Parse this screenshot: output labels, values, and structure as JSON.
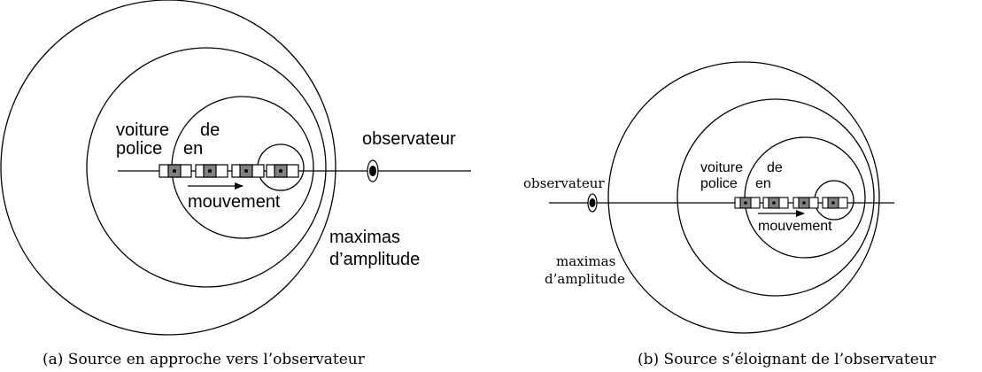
{
  "panel_a": {
    "label_voiture": "voiture",
    "label_police": "police",
    "label_de": "de",
    "label_en": "en",
    "label_observateur": "observateur",
    "label_mouvement": "mouvement",
    "label_maximas": "maximas",
    "label_amplitude": "d’amplitude",
    "caption": "(a)  Source en approche vers l’observateur"
  },
  "panel_b": {
    "label_voiture": "voiture",
    "label_police": "police",
    "label_de": "de",
    "label_en": "en",
    "label_observateur": "observateur",
    "label_mouvement": "mouvement",
    "label_maximas": "maximas",
    "label_amplitude": "d’amplitude",
    "caption": "(b)  Source s’éloignant de l’observateur"
  }
}
